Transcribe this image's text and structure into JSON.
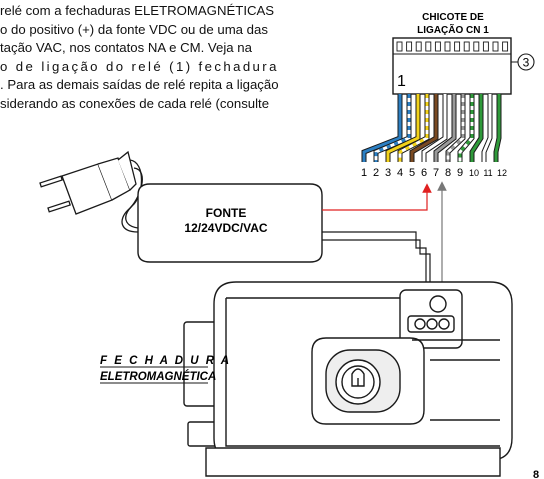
{
  "paragraph": {
    "lines": [
      "relé com a fechaduras ELETROMAGNÉTICAS",
      "o do  positivo (+) da fonte VDC ou de uma das",
      "tação VAC, nos contatos NA e CM.   Veja na",
      "o de ligação do relé (1) fechadura",
      ". Para as demais saídas de relé repita a ligação",
      "siderando as conexões de cada relé (consulte"
    ]
  },
  "connector": {
    "title_line1": "CHICOTE DE",
    "title_line2": "LIGAÇÃO CN 1",
    "pin1_marker": "1",
    "callout": "3",
    "wire_numbers": [
      "1",
      "2",
      "3",
      "4",
      "5",
      "6",
      "7",
      "8",
      "9",
      "10",
      "11",
      "12"
    ]
  },
  "power_supply": {
    "line1": "FONTE",
    "line2": "12/24VDC/VAC"
  },
  "lock_label": {
    "line1": "F E C H A D U R A",
    "line2": "ELETROMAGNÉTICA"
  },
  "page_number": "8",
  "colors": {
    "accent_red": "#e02020",
    "wire_blue": "#2b7fc3",
    "wire_yellow": "#f2d21a",
    "wire_green": "#2f9a3a",
    "wire_brown": "#7a4a22",
    "wire_gray": "#9a9a9a",
    "outline": "#1a1a1a"
  }
}
